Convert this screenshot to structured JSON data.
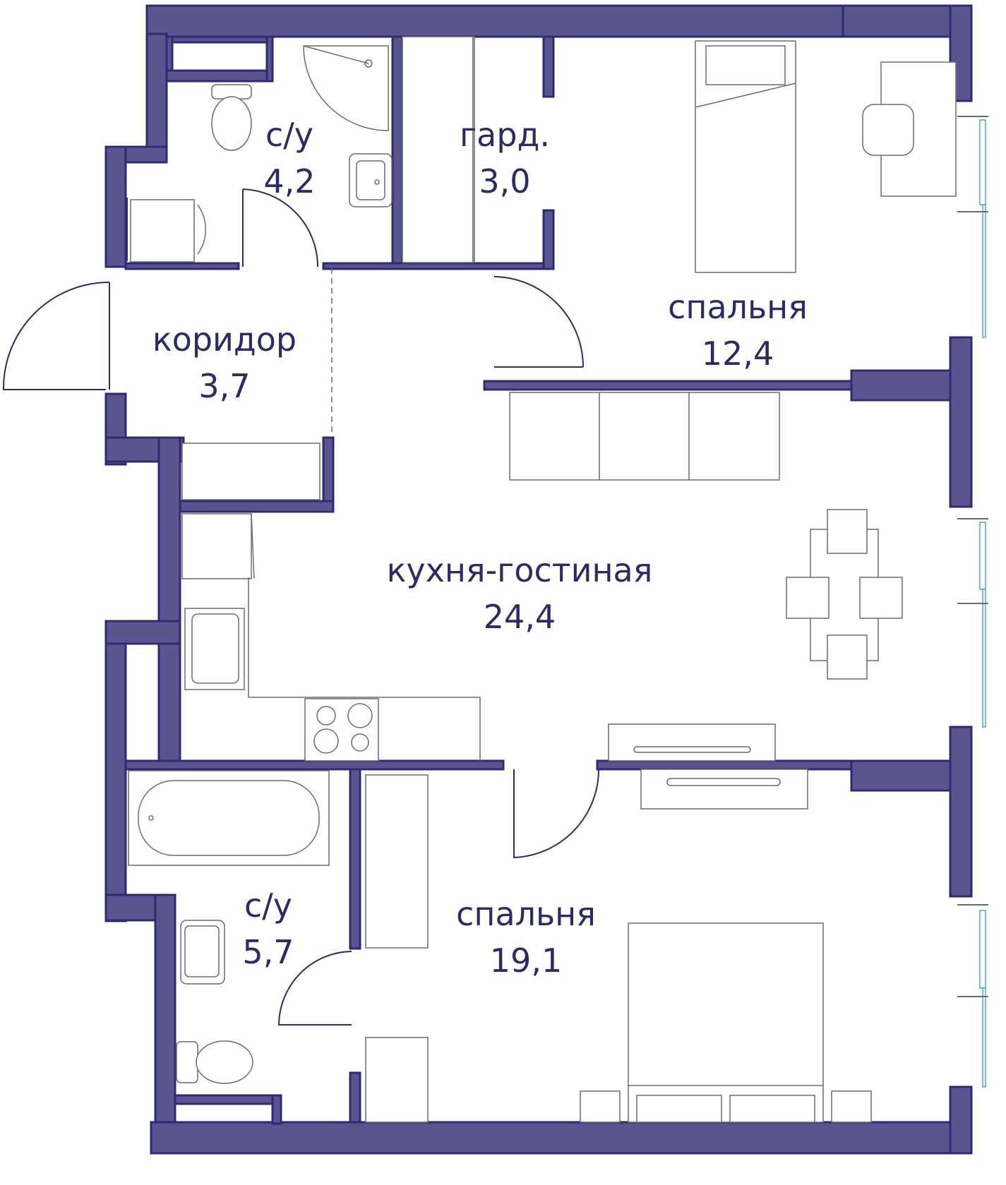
{
  "colors": {
    "wall": "#5a548f",
    "wall_stroke": "#2f2a72",
    "label": "#2d2a67",
    "window": "#4aa3d8",
    "furniture": "#6b6b6b"
  },
  "rooms": [
    {
      "id": "bathroom-top",
      "name": "с/у",
      "area": "4,2"
    },
    {
      "id": "wardrobe",
      "name": "гард.",
      "area": "3,0"
    },
    {
      "id": "bedroom-small",
      "name": "спальня",
      "area": "12,4"
    },
    {
      "id": "corridor",
      "name": "коридор",
      "area": "3,7"
    },
    {
      "id": "kitchen-living",
      "name": "кухня-гостиная",
      "area": "24,4"
    },
    {
      "id": "bathroom-bottom",
      "name": "с/у",
      "area": "5,7"
    },
    {
      "id": "bedroom-large",
      "name": "спальня",
      "area": "19,1"
    }
  ]
}
